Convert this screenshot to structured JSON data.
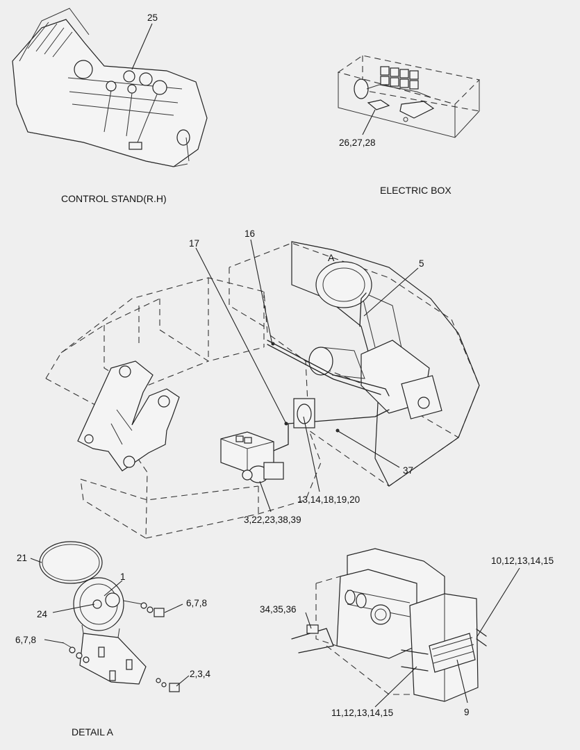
{
  "views": {
    "control_stand": "CONTROL STAND(R.H)",
    "electric_box": "ELECTRIC BOX",
    "detail_a": "DETAIL  A",
    "detail_marker": "A"
  },
  "callouts": {
    "c25": "25",
    "c26": "26,27,28",
    "c17": "17",
    "c16": "16",
    "c5": "5",
    "c37": "37",
    "c13": "13,14,18,19,20",
    "c3": "3,22,23,38,39",
    "c21": "21",
    "c1": "1",
    "c24": "24",
    "c678a": "6,7,8",
    "c678b": "6,7,8",
    "c234": "2,3,4",
    "c34": "34,35,36",
    "c10": "10,12,13,14,15",
    "c11": "11,12,13,14,15",
    "c9": "9"
  }
}
